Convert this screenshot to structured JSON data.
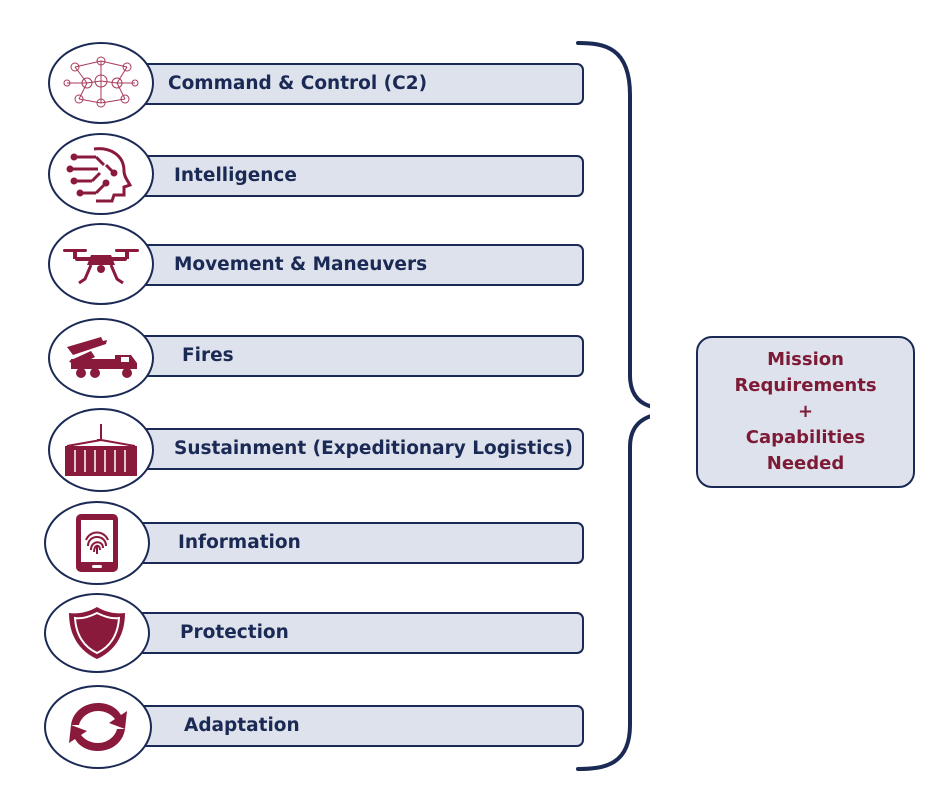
{
  "colors": {
    "navy": "#1b2a55",
    "maroon": "#8a1a3c",
    "bar_fill": "#dde2ec"
  },
  "functions": [
    {
      "label": "Command & Control (C2)",
      "icon": "network-icon"
    },
    {
      "label": "Intelligence",
      "icon": "ai-head-icon"
    },
    {
      "label": "Movement & Maneuvers",
      "icon": "drone-icon"
    },
    {
      "label": "Fires",
      "icon": "missile-launcher-icon"
    },
    {
      "label": "Sustainment (Expeditionary Logistics)",
      "icon": "container-crane-icon"
    },
    {
      "label": "Information",
      "icon": "tablet-fingerprint-icon"
    },
    {
      "label": "Protection",
      "icon": "shield-icon"
    },
    {
      "label": "Adaptation",
      "icon": "cycle-arrows-icon"
    }
  ],
  "result": {
    "lines": [
      "Mission",
      "Requirements",
      "+",
      "Capabilities",
      "Needed"
    ]
  }
}
